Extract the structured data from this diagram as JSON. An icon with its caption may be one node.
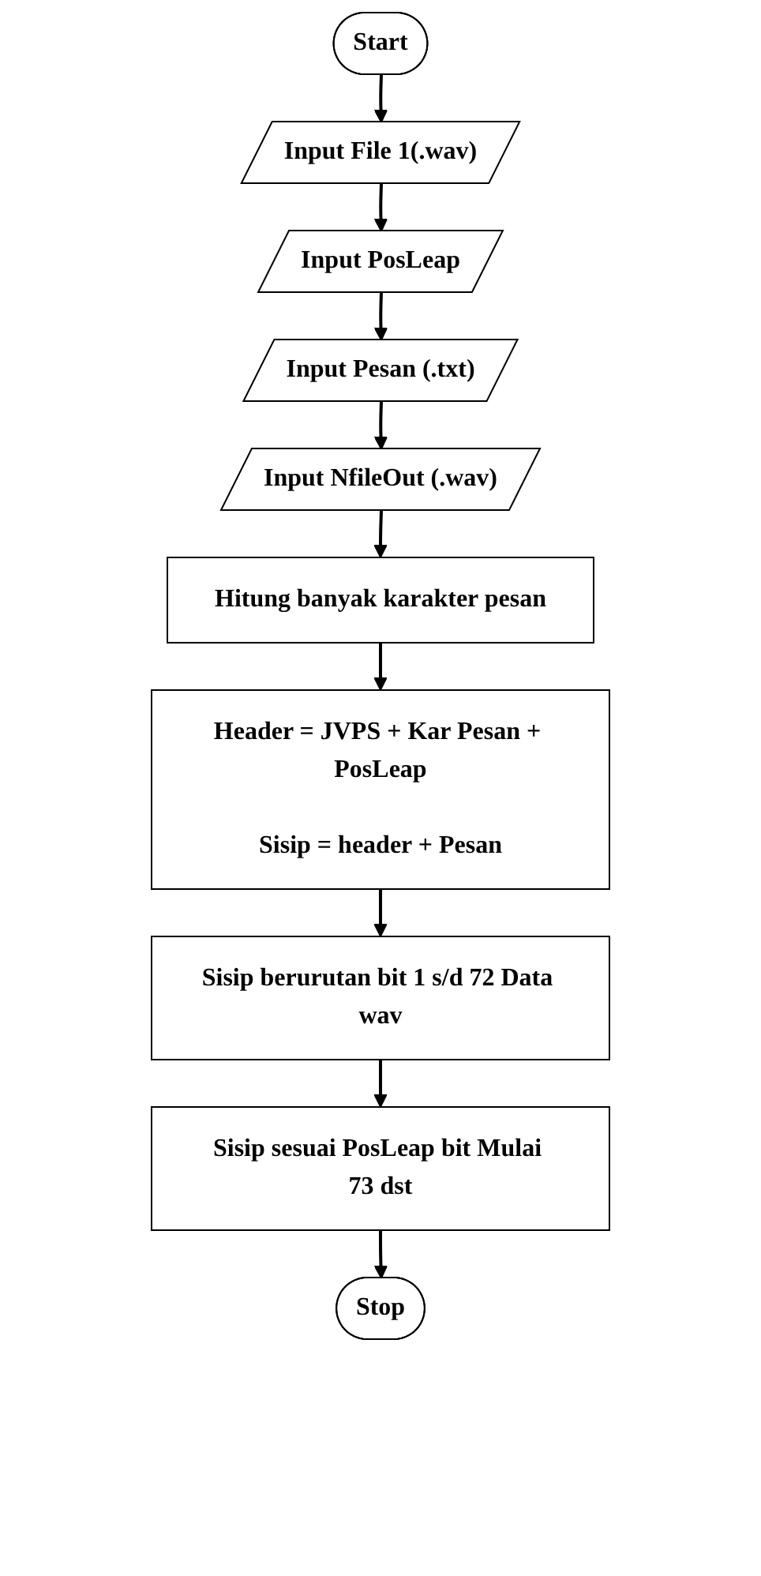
{
  "diagram": {
    "nodes": [
      {
        "text": [
          "Start"
        ]
      },
      {
        "text": [
          "Input File 1(.wav)"
        ]
      },
      {
        "text": [
          "Input PosLeap"
        ]
      },
      {
        "text": [
          "Input Pesan (.txt)"
        ]
      },
      {
        "text": [
          "Input NfileOut (.wav)"
        ]
      },
      {
        "text": [
          "Hitung banyak karakter pesan"
        ]
      },
      {
        "text": [
          "Header = JVPS + Kar Pesan + PosLeap",
          "Sisip = header + Pesan"
        ]
      },
      {
        "text": [
          "Sisip berurutan bit 1 s/d 72 Data wav"
        ]
      },
      {
        "text": [
          "Sisip sesuai PosLeap bit Mulai 73 dst"
        ]
      },
      {
        "text": [
          "Stop"
        ]
      }
    ],
    "edges": [
      {
        "from": 0,
        "to": 1,
        "arrow": "to"
      },
      {
        "from": 1,
        "to": 2,
        "arrow": "to"
      },
      {
        "from": 2,
        "to": 3,
        "arrow": "to"
      },
      {
        "from": 3,
        "to": 4,
        "arrow": "to"
      },
      {
        "from": 4,
        "to": 5,
        "arrow": "to"
      },
      {
        "from": 5,
        "to": 6,
        "arrow": "to"
      },
      {
        "from": 6,
        "to": 7,
        "arrow": "to"
      },
      {
        "from": 7,
        "to": 8,
        "arrow": "to"
      },
      {
        "from": 8,
        "to": 9,
        "arrow": "to"
      }
    ]
  }
}
